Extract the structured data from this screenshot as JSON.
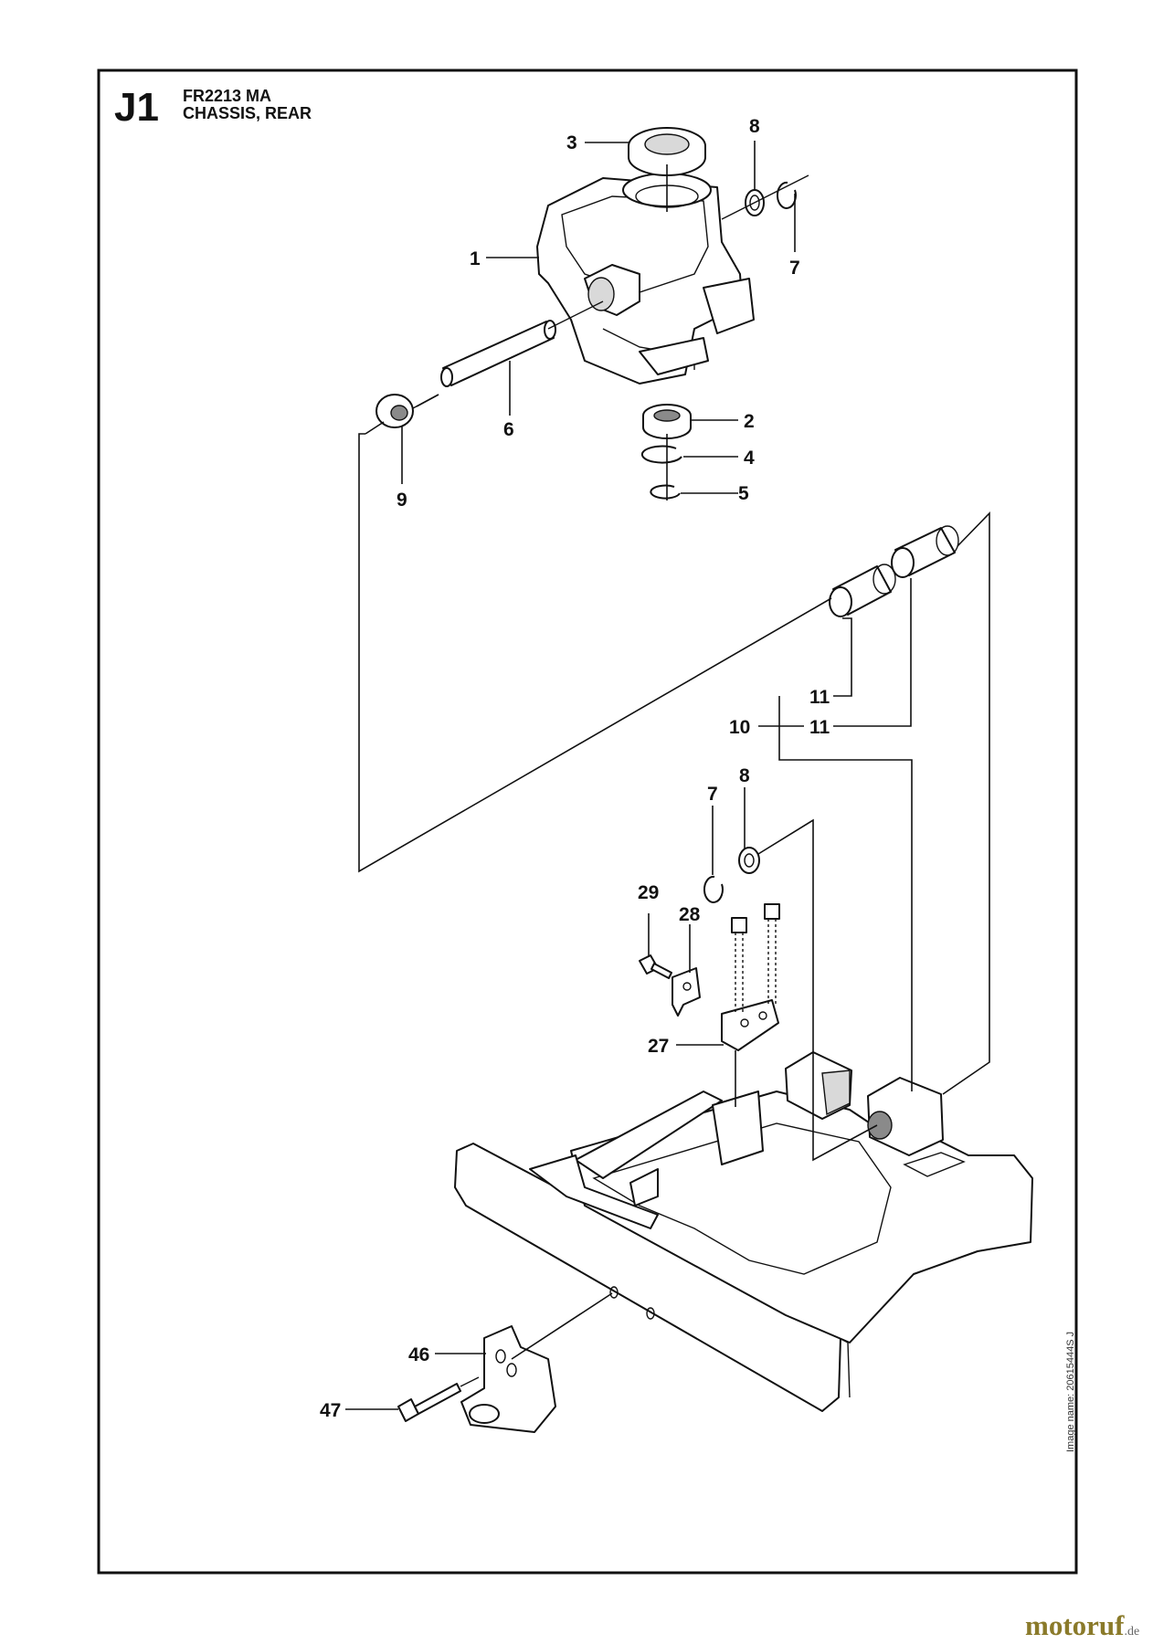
{
  "header": {
    "section_code": "J1",
    "model": "FR2213 MA",
    "title": "CHASSIS, REAR"
  },
  "image_name": "Image name: 20615444S J",
  "watermark": {
    "brand": "motoruf",
    "tld": ".de"
  },
  "callouts": {
    "c1": "1",
    "c2": "2",
    "c3": "3",
    "c4": "4",
    "c5": "5",
    "c6": "6",
    "c7a": "7",
    "c7b": "7",
    "c8a": "8",
    "c8b": "8",
    "c9": "9",
    "c10": "10",
    "c11a": "11",
    "c11b": "11",
    "c27": "27",
    "c28": "28",
    "c29": "29",
    "c46": "46",
    "c47": "47"
  }
}
